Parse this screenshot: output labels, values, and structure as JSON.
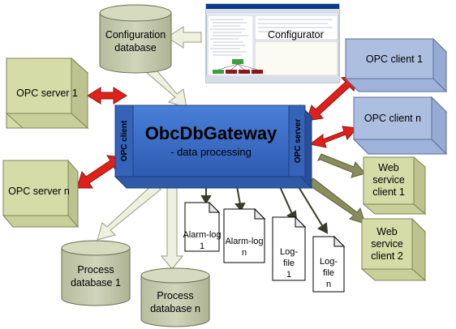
{
  "gateway": {
    "title": "ObcDbGateway",
    "subtitle": "- data processing",
    "left_panel": "OPC client",
    "right_panel": "OPC server"
  },
  "configurator": {
    "label": "Configurator"
  },
  "config_db": {
    "line1": "Configuration",
    "line2": "database"
  },
  "opc_servers": [
    "OPC server 1",
    "OPC server n"
  ],
  "opc_clients": [
    "OPC client 1",
    "OPC client n"
  ],
  "web_clients": [
    {
      "line1": "Web",
      "line2": "service",
      "line3": "client 1"
    },
    {
      "line1": "Web",
      "line2": "service",
      "line3": "client 2"
    }
  ],
  "process_dbs": [
    {
      "line1": "Process",
      "line2": "database 1"
    },
    {
      "line1": "Process",
      "line2": "database n"
    }
  ],
  "alarm_logs": [
    {
      "line1": "Alarm-log",
      "line2": "1"
    },
    {
      "line1": "Alarm-log",
      "line2": "n"
    }
  ],
  "log_files": [
    {
      "line1": "Log-",
      "line2": "file",
      "line3": "1"
    },
    {
      "line1": "Log-",
      "line2": "file",
      "line3": "n"
    }
  ],
  "colors": {
    "box_green": "#d5dca8",
    "box_blue": "#adbfe0",
    "gateway_blue": "#3b6cc4",
    "db_gray": "#c2c8ab",
    "arrow_red": "#e0201a",
    "arrow_olive": "#8a8c5c"
  }
}
